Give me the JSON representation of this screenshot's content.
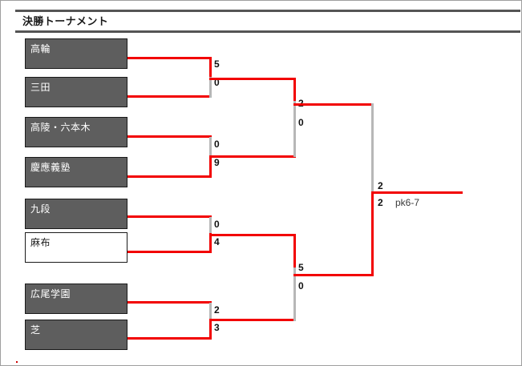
{
  "page": {
    "title": "決勝トーナメント"
  },
  "bracket": {
    "round1": [
      {
        "team": "高輪",
        "score": "5",
        "winner": true,
        "box_style": "dark"
      },
      {
        "team": "三田",
        "score": "0",
        "winner": false,
        "box_style": "dark"
      },
      {
        "team": "高陵・六本木",
        "score": "0",
        "winner": false,
        "box_style": "dark"
      },
      {
        "team": "慶應義塾",
        "score": "9",
        "winner": true,
        "box_style": "dark"
      },
      {
        "team": "九段",
        "score": "0",
        "winner": false,
        "box_style": "dark"
      },
      {
        "team": "麻布",
        "score": "4",
        "winner": true,
        "box_style": "light"
      },
      {
        "team": "広尾学園",
        "score": "2",
        "winner": false,
        "box_style": "dark"
      },
      {
        "team": "芝",
        "score": "3",
        "winner": true,
        "box_style": "dark"
      }
    ],
    "round2": [
      {
        "score": "2",
        "winner": true,
        "from": "高輪"
      },
      {
        "score": "0",
        "winner": false,
        "from": "慶應義塾"
      },
      {
        "score": "5",
        "winner": true,
        "from": "麻布"
      },
      {
        "score": "0",
        "winner": false,
        "from": "芝"
      }
    ],
    "final": [
      {
        "score": "2",
        "winner": false,
        "from": "高輪",
        "note": ""
      },
      {
        "score": "2",
        "winner": true,
        "from": "麻布",
        "note": "pk6-7"
      }
    ],
    "colors": {
      "winner_line": "#f20000",
      "loser_line": "#b7b7b7",
      "box_fill": "#5e5e5e",
      "box_fill_light": "#ffffff",
      "rule": "#555555"
    }
  }
}
